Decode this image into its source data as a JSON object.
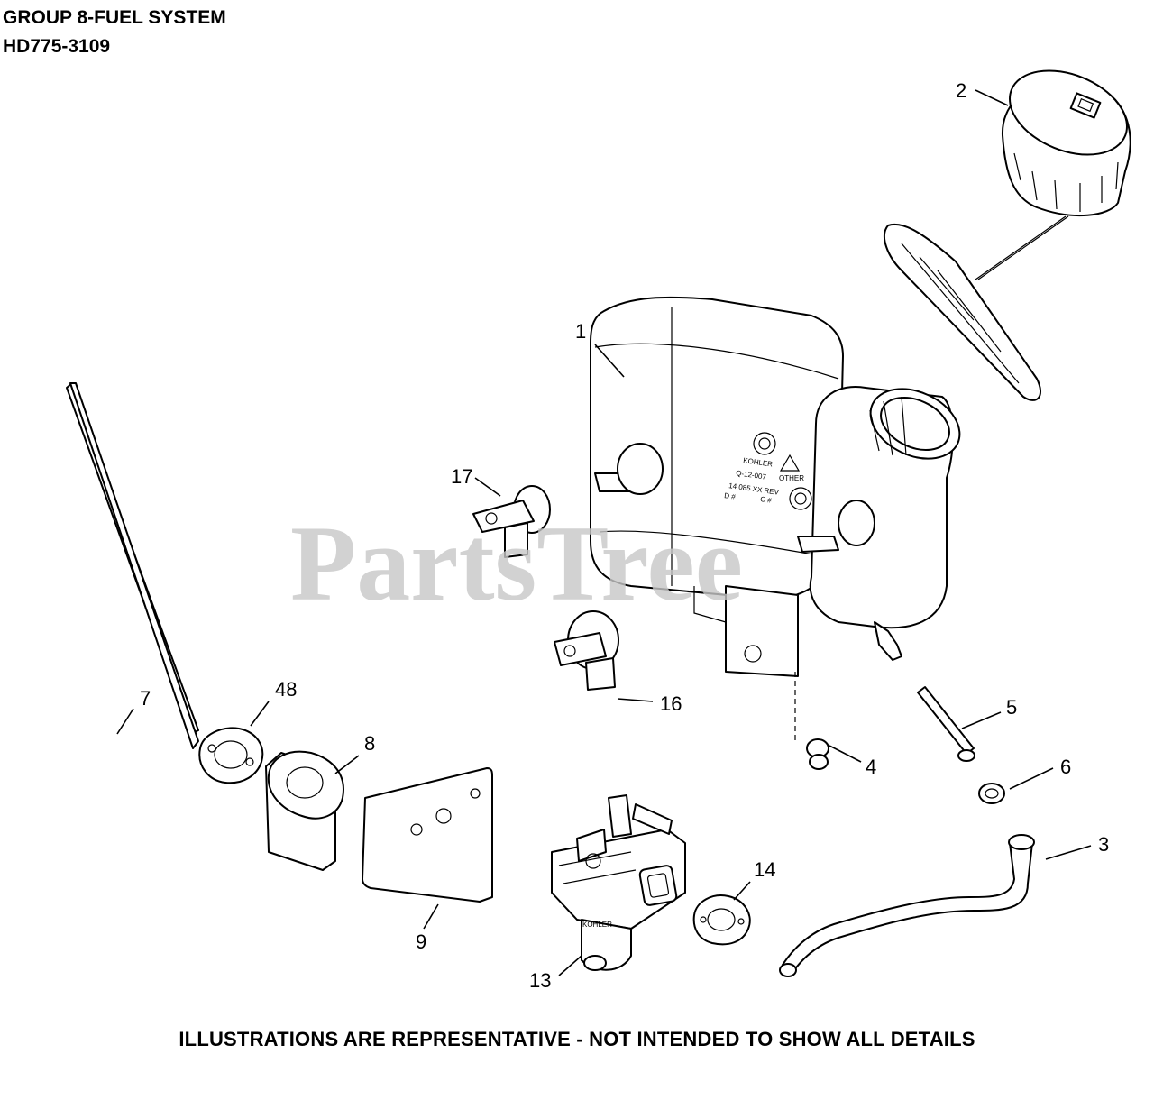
{
  "header": {
    "group_title": "GROUP 8-FUEL SYSTEM",
    "model": "HD775-3109"
  },
  "footer": {
    "note": "ILLUSTRATIONS ARE REPRESENTATIVE - NOT INTENDED TO SHOW ALL DETAILS"
  },
  "watermark": "PartsTree",
  "tank_marks": {
    "brand": "KOHLER",
    "code": "Q-12-007",
    "rev": "14 085 XX REV",
    "d": "D #",
    "c": "C #",
    "other": "OTHER"
  },
  "carb_brand": "KOHLER",
  "callouts": {
    "c1": "1",
    "c2": "2",
    "c3": "3",
    "c4": "4",
    "c5": "5",
    "c6": "6",
    "c7": "7",
    "c8": "8",
    "c9": "9",
    "c13": "13",
    "c14": "14",
    "c16": "16",
    "c17": "17",
    "c48": "48"
  }
}
